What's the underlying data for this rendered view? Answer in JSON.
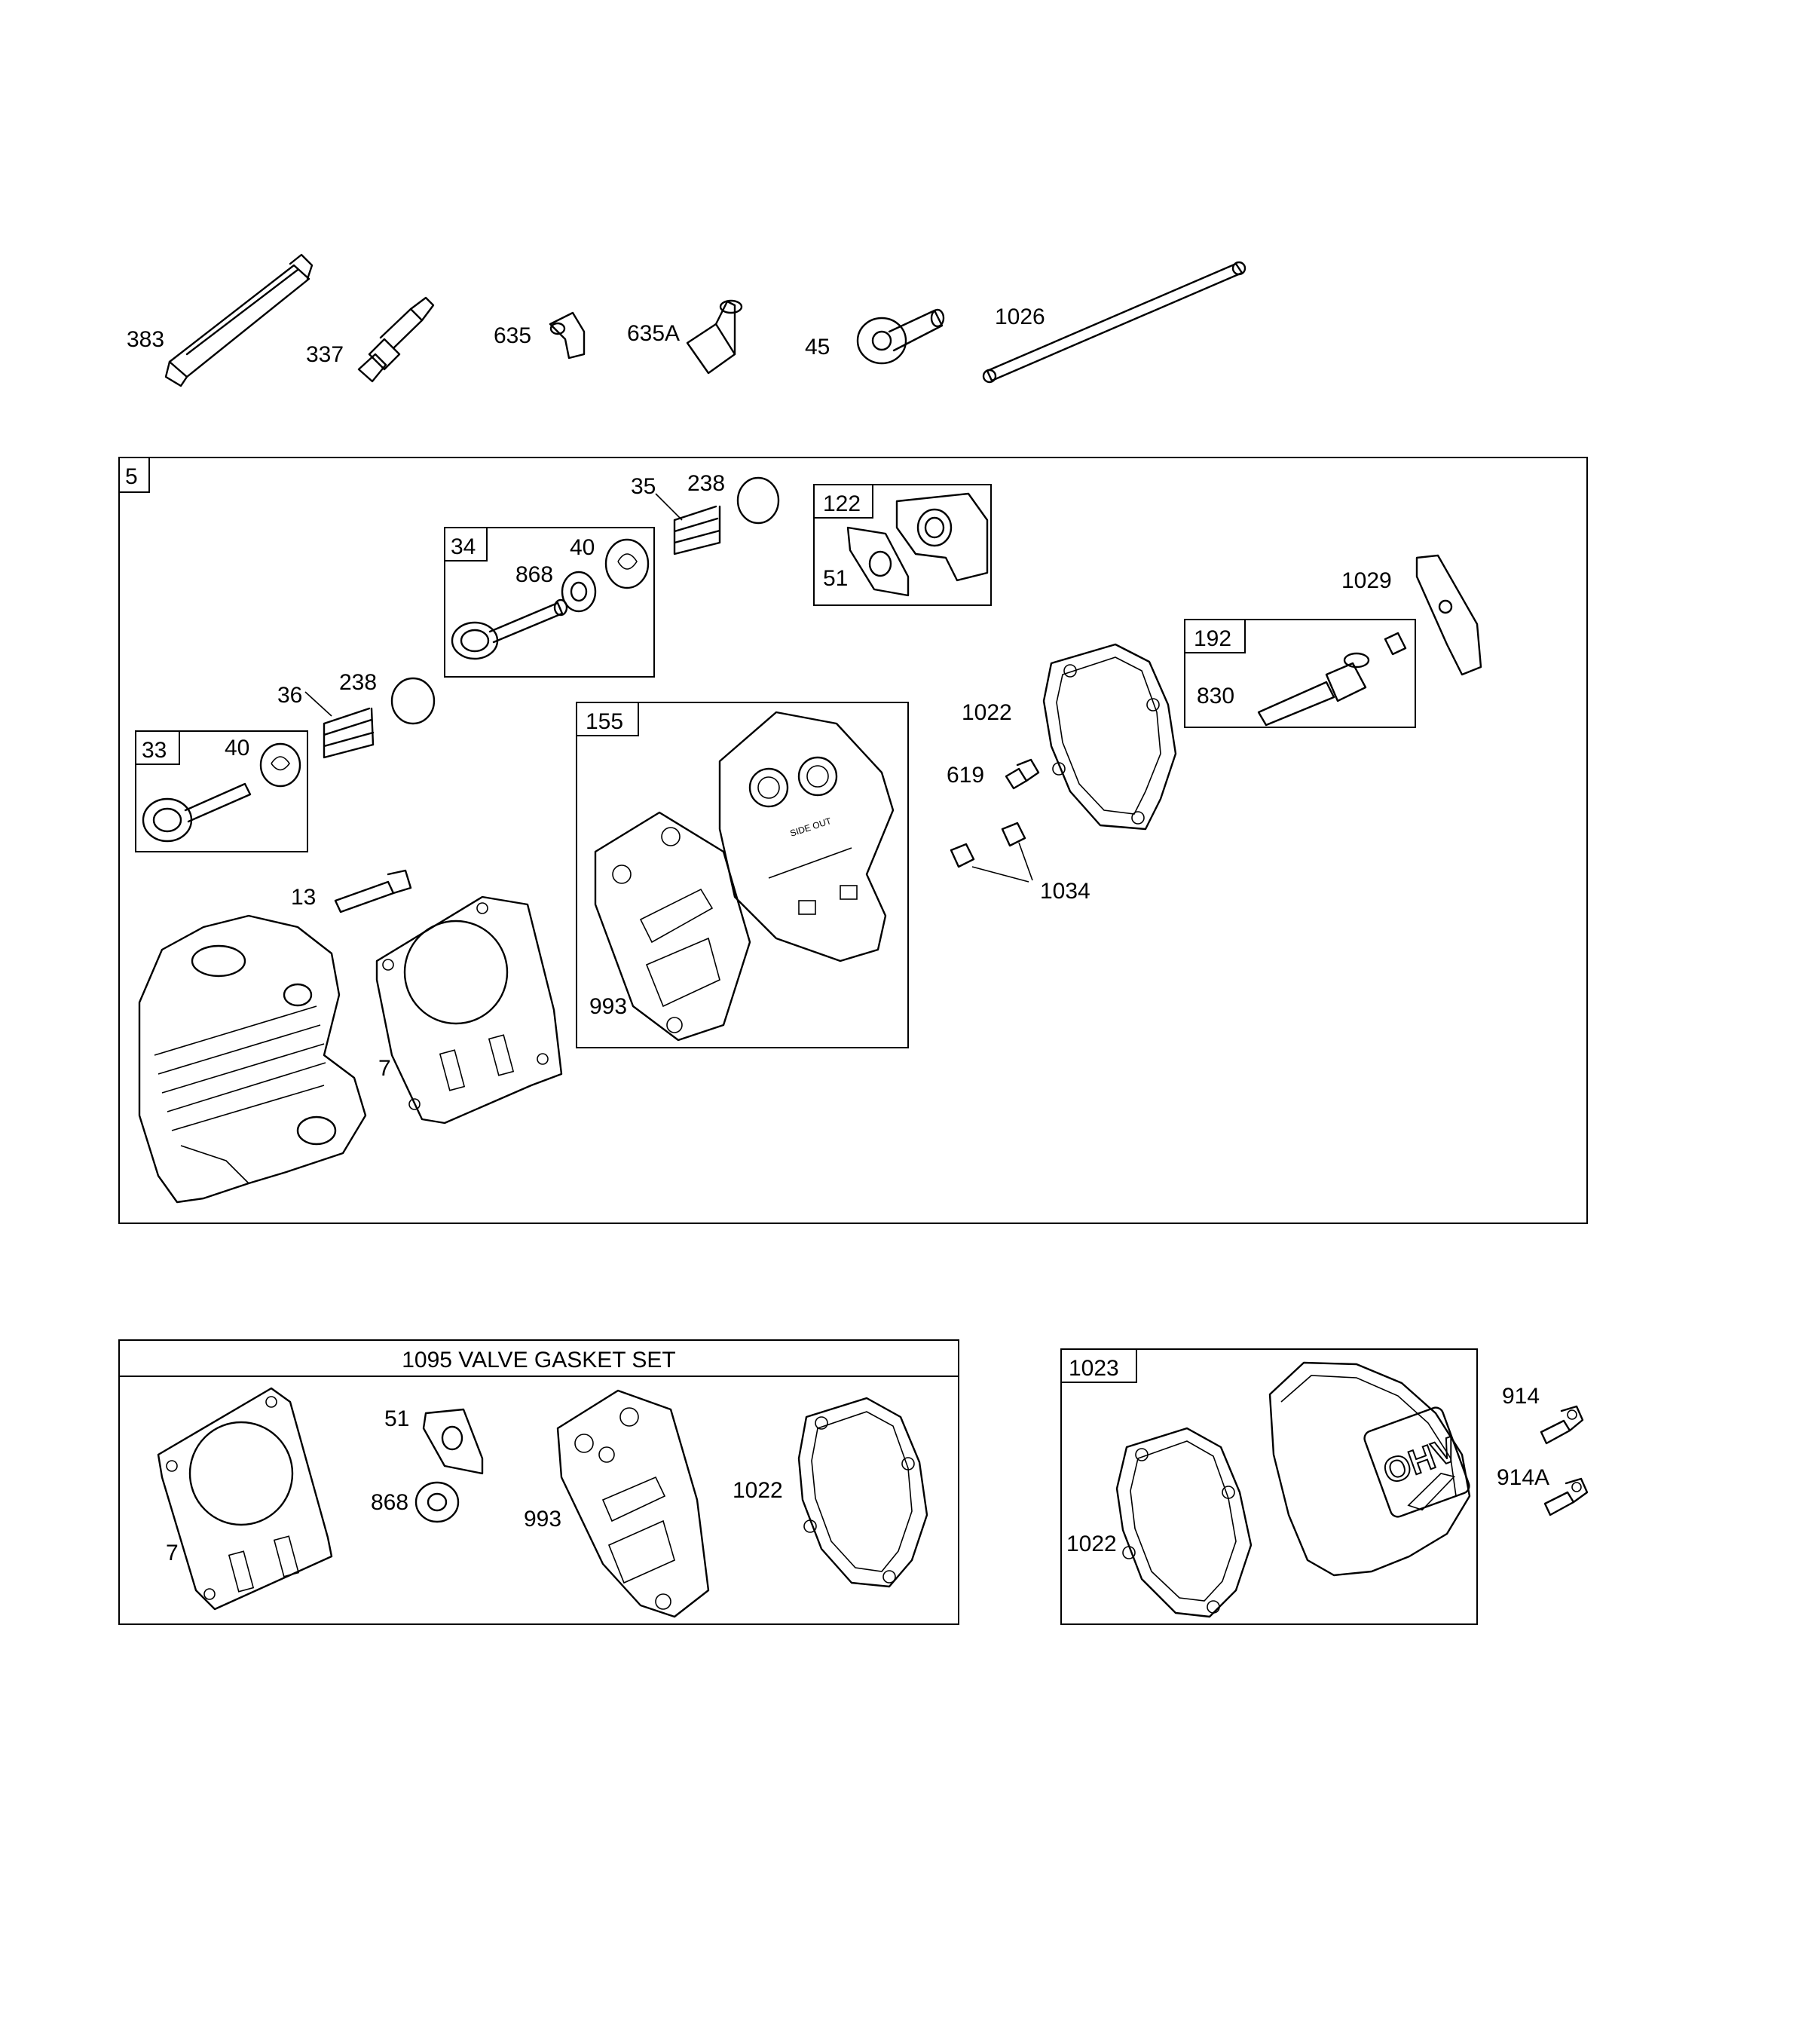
{
  "parts": {
    "p383": "383",
    "p337": "337",
    "p635": "635",
    "p635A": "635A",
    "p45": "45",
    "p1026": "1026",
    "p5": "5",
    "p35": "35",
    "p238a": "238",
    "p122": "122",
    "p51a": "51",
    "p34": "34",
    "p40a": "40",
    "p868a": "868",
    "p1029": "1029",
    "p192": "192",
    "p830": "830",
    "p36": "36",
    "p238b": "238",
    "p33": "33",
    "p40b": "40",
    "p155": "155",
    "p1022a": "1022",
    "p619": "619",
    "p1034": "1034",
    "p13": "13",
    "p993a": "993",
    "p7a": "7",
    "p51b": "51",
    "p868b": "868",
    "p993b": "993",
    "p1022b": "1022",
    "p7b": "7",
    "p1023": "1023",
    "p914": "914",
    "p914A": "914A",
    "p1022c": "1022"
  },
  "kit_title": "1095 VALVE GASKET SET",
  "gasket_mark": "SIDE OUT",
  "cover_logo": "OHV"
}
